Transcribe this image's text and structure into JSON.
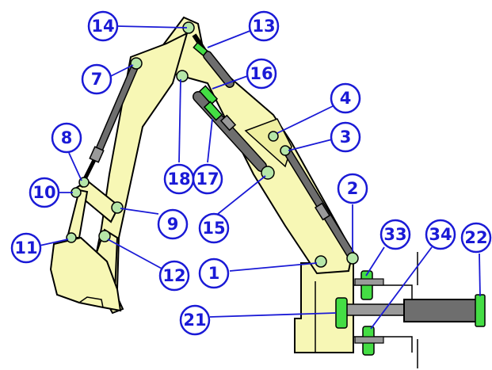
{
  "callouts": [
    {
      "id": "c14",
      "label": "14"
    },
    {
      "id": "c13",
      "label": "13"
    },
    {
      "id": "c7",
      "label": "7"
    },
    {
      "id": "c16",
      "label": "16"
    },
    {
      "id": "c4",
      "label": "4"
    },
    {
      "id": "c3",
      "label": "3"
    },
    {
      "id": "c8",
      "label": "8"
    },
    {
      "id": "c18",
      "label": "18"
    },
    {
      "id": "c17",
      "label": "17"
    },
    {
      "id": "c2",
      "label": "2"
    },
    {
      "id": "c10",
      "label": "10"
    },
    {
      "id": "c9",
      "label": "9"
    },
    {
      "id": "c15",
      "label": "15"
    },
    {
      "id": "c33",
      "label": "33"
    },
    {
      "id": "c34",
      "label": "34"
    },
    {
      "id": "c22",
      "label": "22"
    },
    {
      "id": "c11",
      "label": "11"
    },
    {
      "id": "c12",
      "label": "12"
    },
    {
      "id": "c1",
      "label": "1"
    },
    {
      "id": "c21",
      "label": "21"
    }
  ],
  "colors": {
    "arm_fill": "#f7f7b5",
    "outline": "#000000",
    "cylinder": "#6e6e6e",
    "pin": "#b5e6a8",
    "bushing": "#44dd44",
    "callout": "#1a1ad6"
  }
}
